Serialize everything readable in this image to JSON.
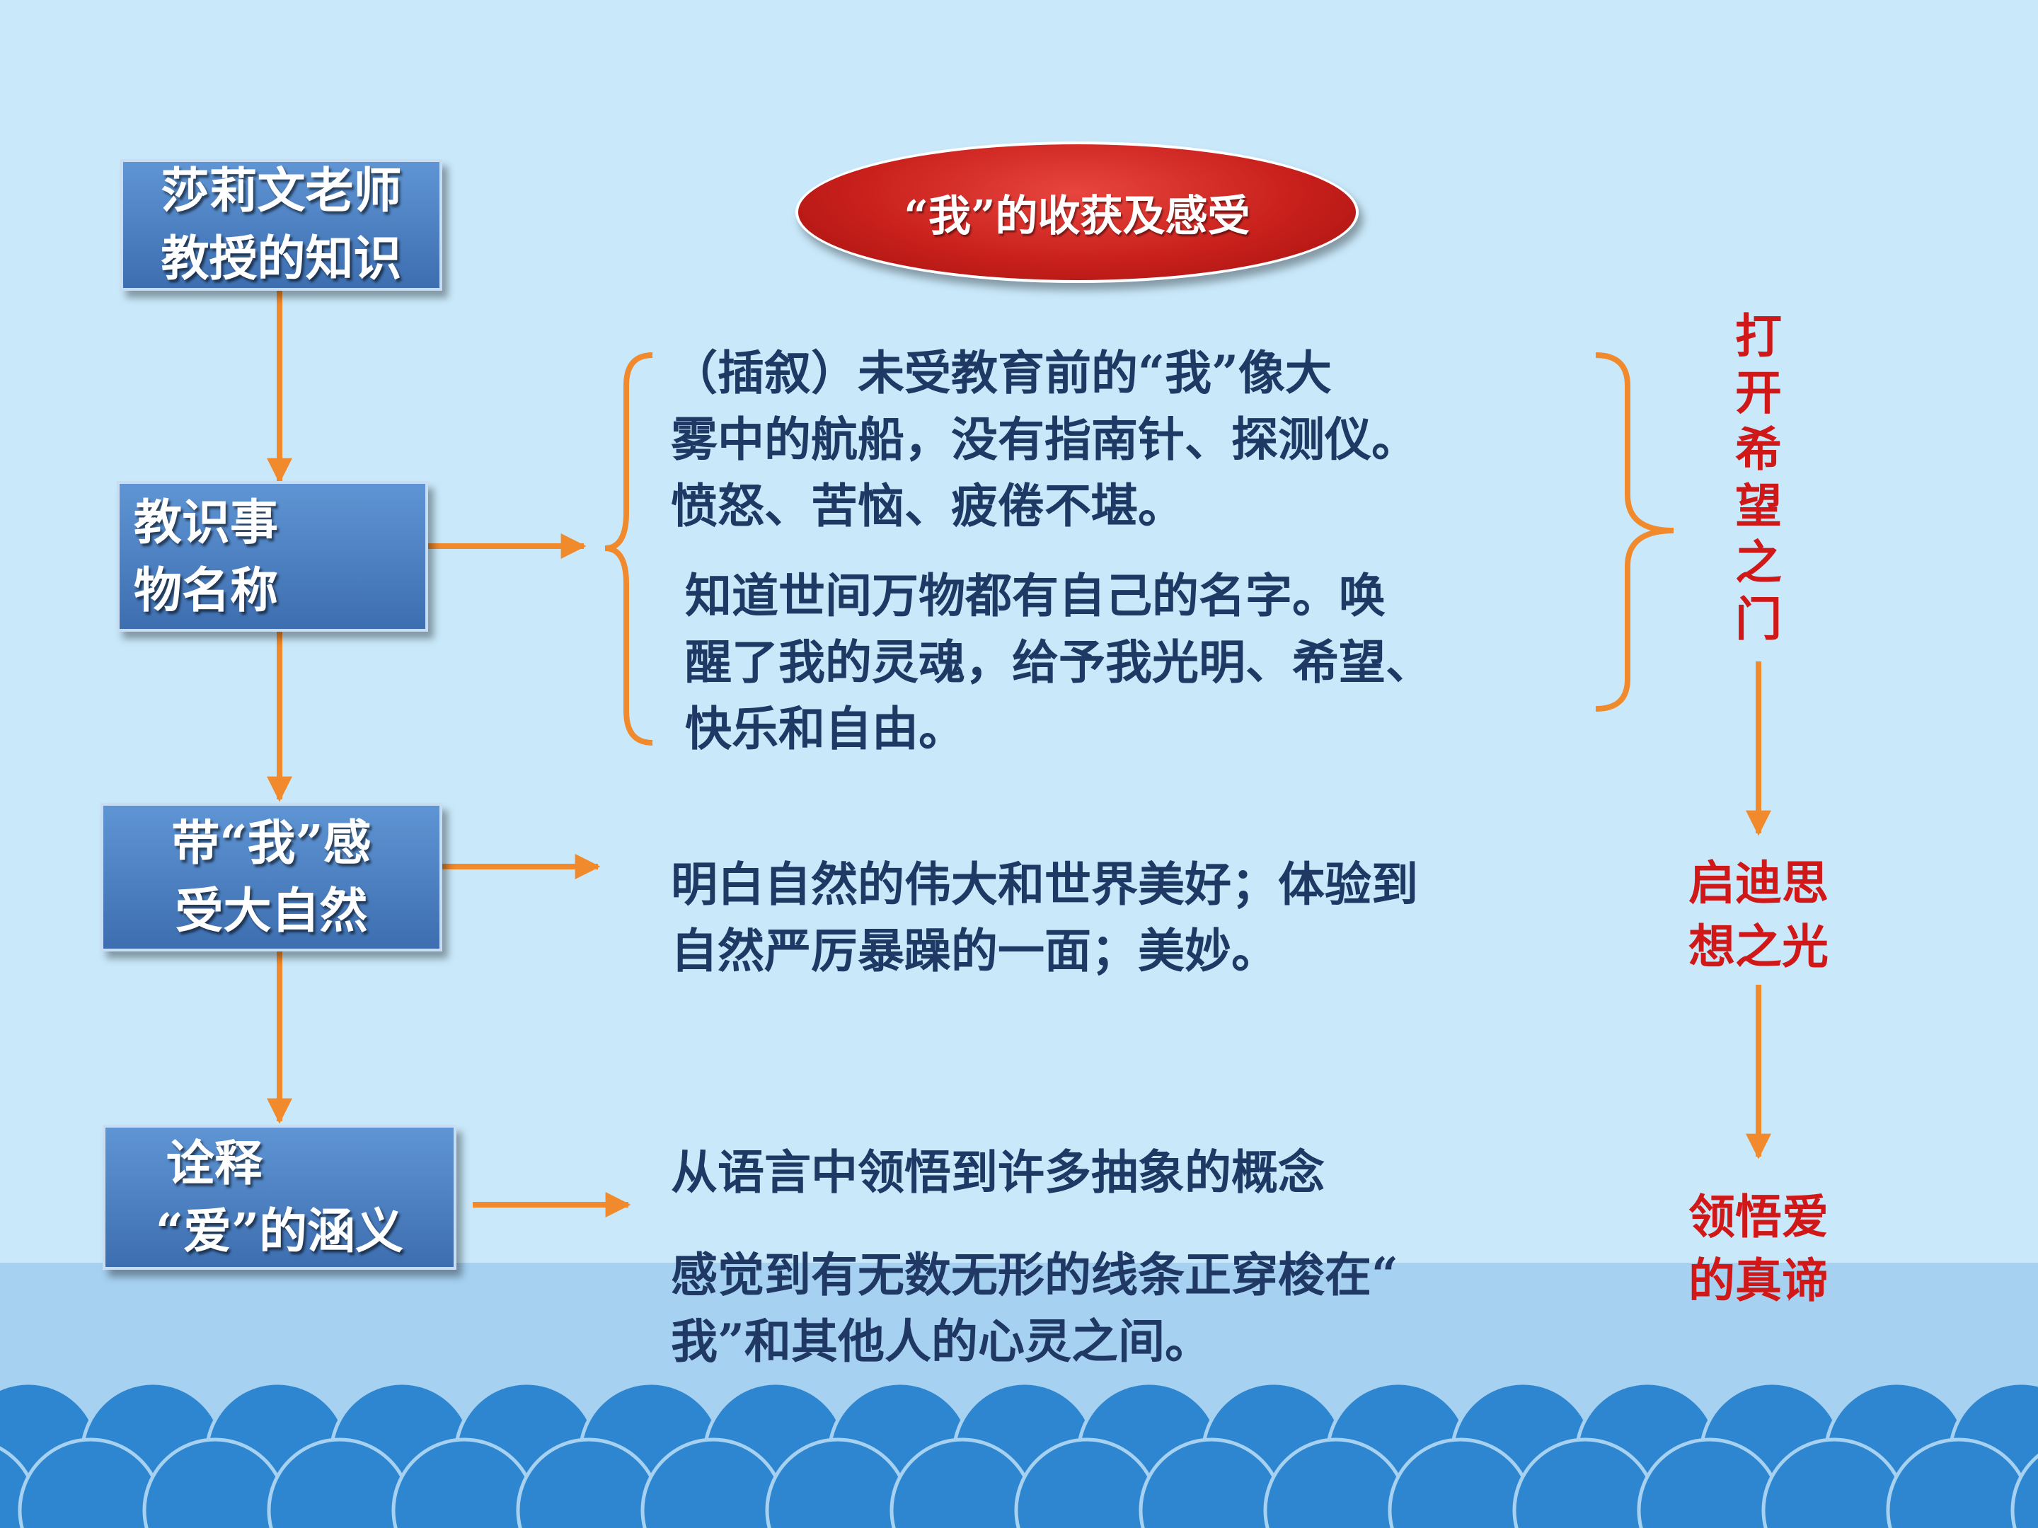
{
  "header": {
    "title": "“我”的收获及感受"
  },
  "steps": [
    {
      "lines": [
        "莎莉文老师",
        "教授的知识"
      ]
    },
    {
      "lines": [
        "教识事",
        "物名称"
      ]
    },
    {
      "lines": [
        "带“我”感",
        "受大自然"
      ]
    },
    {
      "lines": [
        "诠释",
        "“爱”的涵义"
      ]
    }
  ],
  "details": {
    "before": [
      "（插叙）未受教育前的“我”像大",
      "雾中的航船，没有指南针、探测仪。",
      "愤怒、苦恼、疲倦不堪。"
    ],
    "names": [
      "知道世间万物都有自己的名字。唤",
      "醒了我的灵魂，给予我光明、希望、",
      "快乐和自由。"
    ],
    "nature": [
      "明白自然的伟大和世界美好；体验到",
      "自然严厉暴躁的一面；美妙。"
    ],
    "love1": [
      "从语言中领悟到许多抽象的概念"
    ],
    "love2": [
      "感觉到有无数无形的线条正穿梭在“",
      "我”和其他人的心灵之间。"
    ]
  },
  "meanings": [
    {
      "chars": [
        "打",
        "开",
        "希",
        "望",
        "之",
        "门"
      ]
    },
    {
      "lines": [
        "启迪思",
        "想之光"
      ]
    },
    {
      "lines": [
        "领悟爱",
        "的真谛"
      ]
    }
  ],
  "colors": {
    "background": "#c9e9fb",
    "box_fill": "#4a7fc1",
    "arrow": "#f08a2c",
    "meaning_text": "#d01818",
    "body_text": "#1f3864",
    "wave_dark": "#2e86d0",
    "sea": "#a6d1f1"
  }
}
